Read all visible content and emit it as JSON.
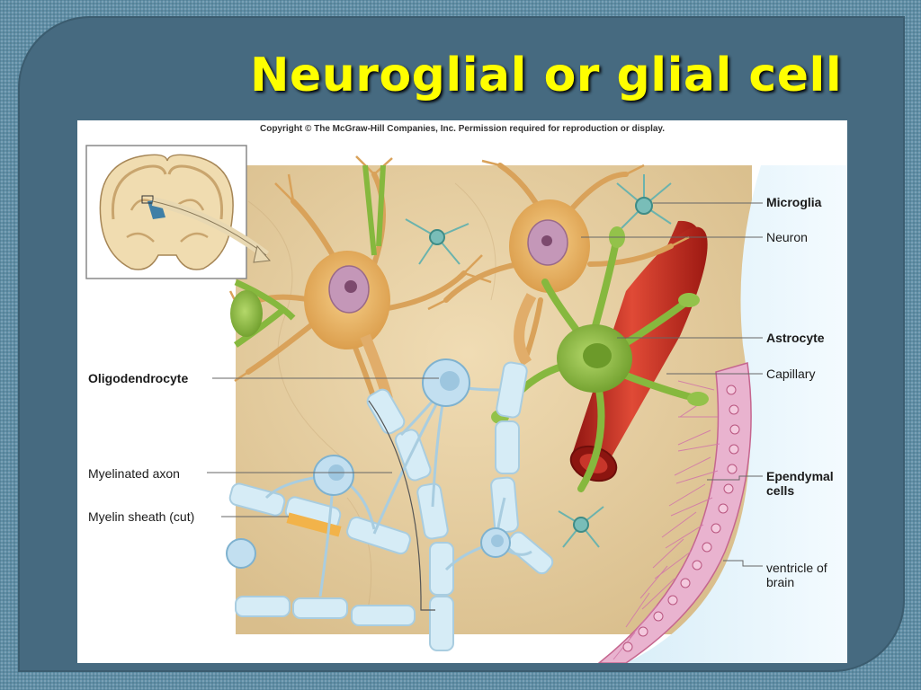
{
  "slide": {
    "title": "Neuroglial or glial cell",
    "background_color": "#466a80",
    "title_color": "#ffff00"
  },
  "figure": {
    "copyright": "Copyright © The McGraw-Hill Companies, Inc. Permission required for reproduction or display.",
    "labels": {
      "microglia": "Microglia",
      "neuron": "Neuron",
      "astrocyte": "Astrocyte",
      "capillary": "Capillary",
      "ependymal_line1": "Ependymal",
      "ependymal_line2": "cells",
      "ventricle_line1": "ventricle of",
      "ventricle_line2": "brain",
      "oligodendrocyte": "Oligodendrocyte",
      "myelinated_axon": "Myelinated axon",
      "myelin_sheath": "Myelin sheath (cut)"
    },
    "colors": {
      "tissue": "#e6cfa3",
      "neuron": "#e8b768",
      "astrocyte": "#93c24a",
      "capillary": "#c8231c",
      "myelin": "#cfe6f2",
      "ependymal": "#e4a0c4",
      "microglia": "#79bdb8"
    }
  }
}
